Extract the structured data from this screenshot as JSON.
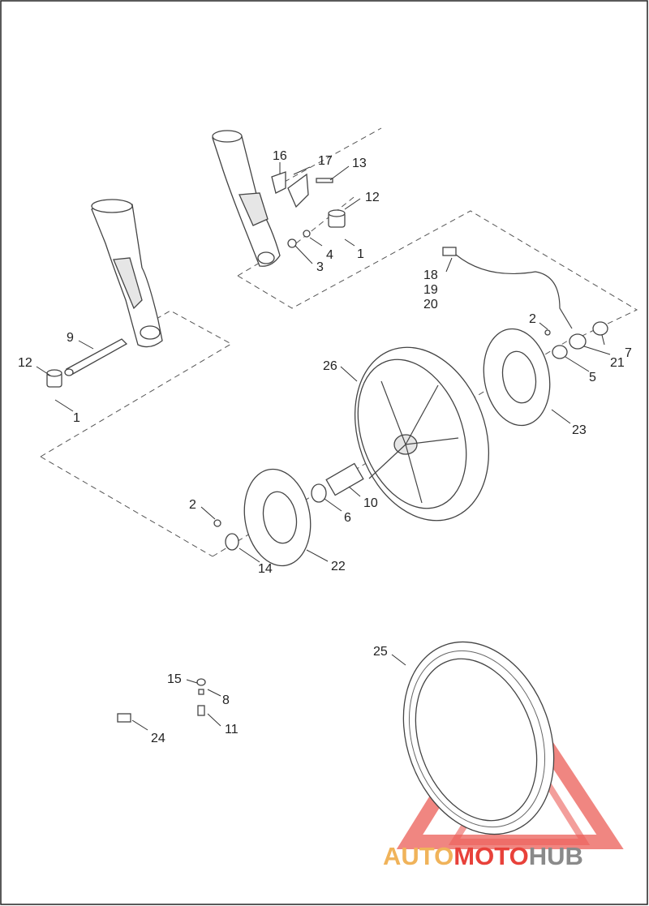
{
  "callouts": [
    {
      "id": "c16",
      "text": "16"
    },
    {
      "id": "c17",
      "text": "17"
    },
    {
      "id": "c13",
      "text": "13"
    },
    {
      "id": "c12a",
      "text": "12"
    },
    {
      "id": "c4",
      "text": "4"
    },
    {
      "id": "c1a",
      "text": "1"
    },
    {
      "id": "c3",
      "text": "3"
    },
    {
      "id": "c18",
      "text": "18"
    },
    {
      "id": "c19",
      "text": "19"
    },
    {
      "id": "c20",
      "text": "20"
    },
    {
      "id": "c9",
      "text": "9"
    },
    {
      "id": "c12b",
      "text": "12"
    },
    {
      "id": "c1b",
      "text": "1"
    },
    {
      "id": "c2a",
      "text": "2"
    },
    {
      "id": "c7",
      "text": "7"
    },
    {
      "id": "c21",
      "text": "21"
    },
    {
      "id": "c5",
      "text": "5"
    },
    {
      "id": "c26",
      "text": "26"
    },
    {
      "id": "c23",
      "text": "23"
    },
    {
      "id": "c2b",
      "text": "2"
    },
    {
      "id": "c6",
      "text": "6"
    },
    {
      "id": "c10",
      "text": "10"
    },
    {
      "id": "c14",
      "text": "14"
    },
    {
      "id": "c22",
      "text": "22"
    },
    {
      "id": "c25",
      "text": "25"
    },
    {
      "id": "c15",
      "text": "15"
    },
    {
      "id": "c8",
      "text": "8"
    },
    {
      "id": "c11",
      "text": "11"
    },
    {
      "id": "c24",
      "text": "24"
    }
  ],
  "watermark": {
    "part1": "AUTO",
    "part2": "MOTO",
    "part3": "HUB",
    "color_orange": "#f0b35a",
    "color_red": "#e8413a",
    "color_gray": "#8a8a8a"
  }
}
